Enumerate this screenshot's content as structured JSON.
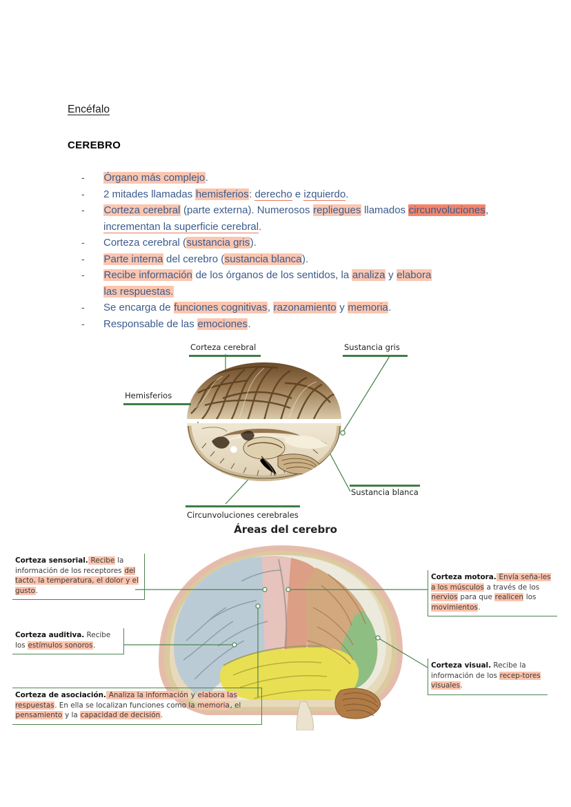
{
  "document": {
    "title": "Encéfalo",
    "subtitle": "CEREBRO",
    "bullet_marker": "-"
  },
  "notes": {
    "b1_a": "Órgano más complejo",
    "b1_b": ".",
    "b2_a": "2 mitades llamadas ",
    "b2_b": "hemisferios",
    "b2_c": ": ",
    "b2_d": "derecho",
    "b2_e": " e ",
    "b2_f": "izquierdo",
    "b2_g": ".",
    "b3_a": "Corteza cerebral",
    "b3_b": " (parte externa). Numerosos ",
    "b3_c": "repliegues",
    "b3_d": " llamados ",
    "b3_e": "circunvoluciones",
    "b3_f": ", ",
    "b3_g": "incrementan la superficie cerebral",
    "b3_h": ".",
    "b4_a": "Corteza cerebral (",
    "b4_b": "sustancia gris",
    "b4_c": ").",
    "b5_a": "Parte interna",
    "b5_b": " del cerebro (",
    "b5_c": "sustancia blanca",
    "b5_d": ").",
    "b6_a": "Recibe información",
    "b6_b": " de los órganos de los sentidos, la ",
    "b6_c": "analiza",
    "b6_d": " y ",
    "b6_e": "elabora",
    "b6_f": "las respuestas.",
    "b7_a": "Se encarga de ",
    "b7_b": "funciones cognitivas",
    "b7_c": ", ",
    "b7_d": "razonamiento",
    "b7_e": " y ",
    "b7_f": "memoria",
    "b7_g": ".",
    "b8_a": "Responsable de las ",
    "b8_b": "emociones",
    "b8_c": "."
  },
  "figure1": {
    "labels": {
      "corteza_cerebral": "Corteza cerebral",
      "sustancia_gris": "Sustancia gris",
      "hemisferios": "Hemisferios",
      "sustancia_blanca": "Sustancia blanca",
      "circunvoluciones": "Circunvoluciones cerebrales"
    }
  },
  "figure2": {
    "heading": "Áreas del cerebro",
    "sensorial": {
      "lead": "Corteza sensorial.",
      "t1": " Recibe",
      "t2": " la información de los receptores ",
      "t3": "del tacto, la temperatura, el dolor y el gusto",
      "t4": "."
    },
    "auditiva": {
      "lead": "Corteza auditiva.",
      "t1": " Recibe los ",
      "t2": "estímulos sonoros",
      "t3": "."
    },
    "asociacion": {
      "lead": "Corteza de asociación.",
      "t1": " Analiza la información",
      "t2": " y ",
      "t3": "elabora las respuestas",
      "t4": ". En ella se localizan funciones como la ",
      "t5": "memoria",
      "t6": ", el ",
      "t7": "pensamiento",
      "t8": " y la ",
      "t9": "capacidad de decisión",
      "t10": "."
    },
    "motora": {
      "lead": "Corteza motora.",
      "t1": " Envía seña-les a los músculos",
      "t2": " a través de los ",
      "t3": "nervios",
      "t4": " para que ",
      "t5": "realicen",
      "t6": " los ",
      "t7": "movimientos",
      "t8": "."
    },
    "visual": {
      "lead": "Corteza visual.",
      "t1": " Recibe la información de los ",
      "t2": "recep-tores visuales",
      "t3": "."
    }
  },
  "colors": {
    "text_blue": "#3b5b8c",
    "highlight": "#fbc6b0",
    "highlight_strong": "#f4846a",
    "leader_green": "#3f7d45",
    "lobe_frontal": "#b9c9d4",
    "lobe_motor": "#e8b6a4",
    "lobe_parietal": "#d9a87e",
    "lobe_temporal": "#ecdf53",
    "lobe_occipital": "#8fbf84",
    "scalp": "#e3b9a8",
    "cerebellum": "#a9703f"
  }
}
